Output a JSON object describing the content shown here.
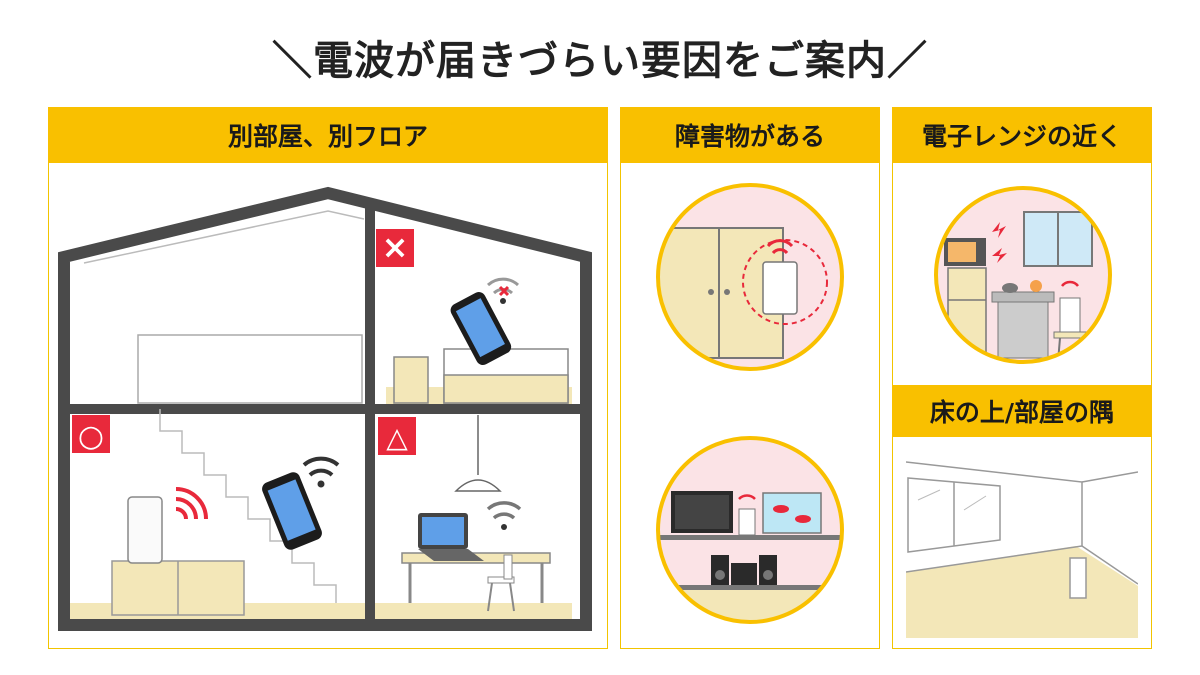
{
  "title": "＼電波が届きづらい要因をご案内／",
  "panels": {
    "floor": {
      "label": "別部屋、別フロア"
    },
    "obstacle": {
      "label": "障害物がある"
    },
    "microwave": {
      "label": "電子レンジの近く"
    },
    "corner": {
      "label": "床の上/部屋の隅"
    }
  },
  "markers": {
    "bad": "×",
    "good": "○",
    "fair": "△"
  },
  "colors": {
    "accent": "#f9c000",
    "marker": "#e8293b",
    "wall": "#4a4a4a",
    "floor": "#f3e7b8"
  }
}
